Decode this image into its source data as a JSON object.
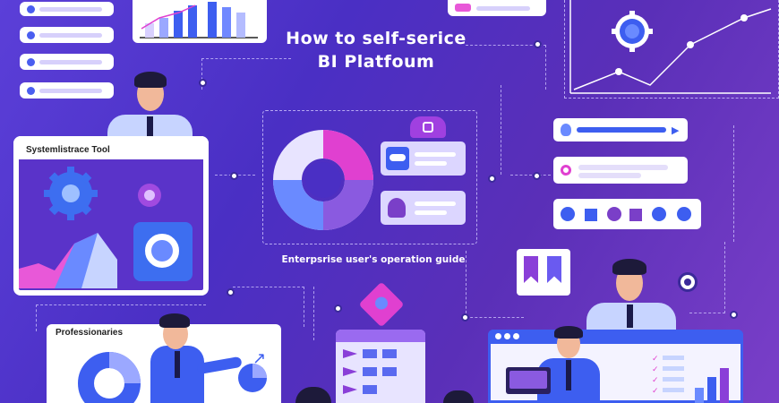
{
  "title": {
    "line1": "How to self-serice",
    "line2": "BI Platfoum"
  },
  "labels": {
    "tool_panel": "Systemlistrace Tool",
    "center_guide": "Enterpsrise user's operation guide",
    "professional_panel": "Professionaries"
  },
  "colors": {
    "background": "#5b3fd8",
    "accent_blue": "#3d5ef0",
    "accent_purple": "#8a3fd8",
    "accent_pink": "#e040d0",
    "card": "#ffffff"
  },
  "icons": [
    "gear-icon",
    "donut-chart-icon",
    "bar-chart-icon",
    "line-chart-icon",
    "checklist-icon",
    "laptop-icon",
    "person-icon"
  ]
}
